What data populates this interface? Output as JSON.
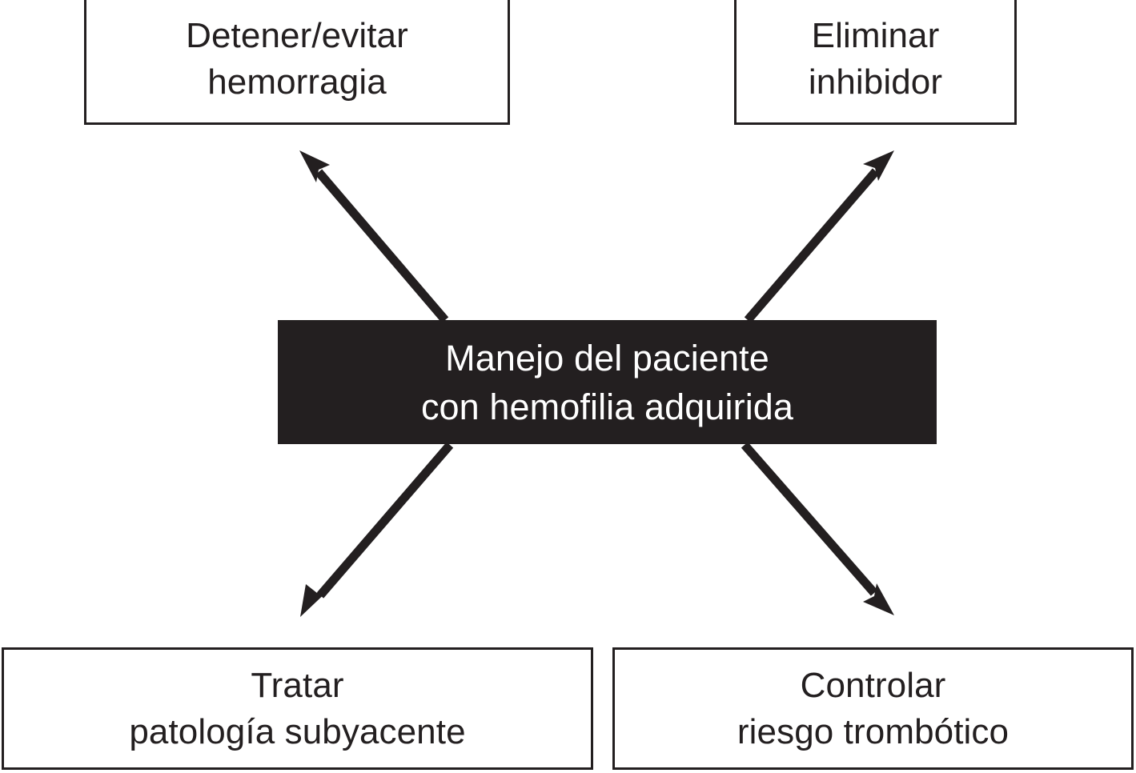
{
  "diagram": {
    "title": "Manejo del paciente con hemofilia adquirida",
    "background_color": "#ffffff",
    "stroke_color": "#231f20",
    "fill_color": "#231f20",
    "filled_text_color": "#ffffff",
    "outline_text_color": "#231f20",
    "nodes": {
      "center": {
        "id": "patient-management",
        "line1": "Manejo del paciente",
        "line2": "con hemofilia adquirida",
        "text": "Manejo del paciente\ncon hemofilia adquirida",
        "style": "filled"
      },
      "top_left": {
        "id": "stop-bleeding",
        "line1": "Detener/evitar",
        "line2": "hemorragia",
        "text": "Detener/evitar\nhemorragia",
        "style": "outline"
      },
      "top_right": {
        "id": "eliminate-inhibitor",
        "line1": "Eliminar",
        "line2": "inhibidor",
        "text": "Eliminar\ninhibidor",
        "style": "outline"
      },
      "bottom_left": {
        "id": "treat-underlying",
        "line1": "Tratar",
        "line2": "patología subyacente",
        "text": "Tratar\npatología subyacente",
        "style": "outline"
      },
      "bottom_right": {
        "id": "control-thrombotic",
        "line1": "Controlar",
        "line2": "riesgo trombótico",
        "text": "Controlar\nriesgo trombótico",
        "style": "outline"
      }
    },
    "connectors": [
      {
        "id": "arrow-center-to-top-left",
        "from": "patient-management",
        "to": "stop-bleeding",
        "direction": "up-left",
        "arrowhead": "end"
      },
      {
        "id": "arrow-center-to-top-right",
        "from": "patient-management",
        "to": "eliminate-inhibitor",
        "direction": "up-right",
        "arrowhead": "end"
      },
      {
        "id": "arrow-center-to-bottom-left",
        "from": "patient-management",
        "to": "treat-underlying",
        "direction": "down-left",
        "arrowhead": "end"
      },
      {
        "id": "arrow-center-to-bottom-right",
        "from": "patient-management",
        "to": "control-thrombotic",
        "direction": "down-right",
        "arrowhead": "end"
      }
    ]
  }
}
